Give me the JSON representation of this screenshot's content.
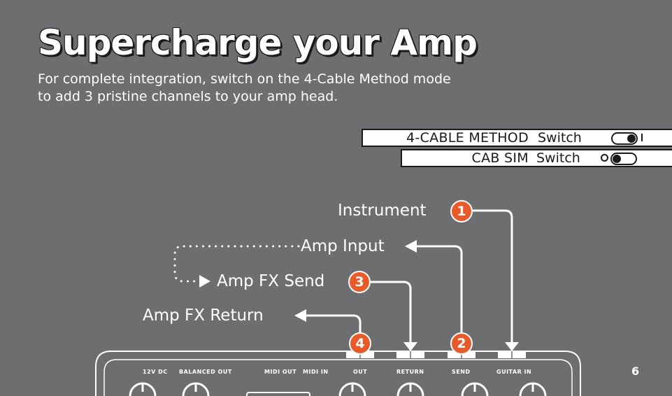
{
  "title": "Supercharge your Amp",
  "subtitle": {
    "line1": "For complete integration, switch on the 4-Cable Method mode",
    "line2": "to add 3 pristine channels to your amp head."
  },
  "switches": [
    {
      "name": "4-CABLE METHOD",
      "word": "Switch",
      "state": "on"
    },
    {
      "name": "CAB SIM",
      "word": "Switch",
      "state": "off"
    }
  ],
  "connections": [
    {
      "badge": "1",
      "label": "Instrument"
    },
    {
      "badge": "",
      "label": "Amp Input"
    },
    {
      "badge": "3",
      "label": "Amp FX Send"
    },
    {
      "badge": "",
      "label": "Amp FX Return"
    }
  ],
  "jack_badges": {
    "out": "4",
    "send": "2"
  },
  "panel_labels": {
    "dc": "12V DC",
    "balanced": "BALANCED OUT",
    "midi_out": "MIDI OUT",
    "midi_in": "MIDI IN",
    "out": "OUT",
    "return": "RETURN",
    "send": "SEND",
    "guitar_in": "GUITAR IN"
  },
  "page_number": "6",
  "colors": {
    "background": "#6d6e70",
    "badge": "#e95a2a",
    "ink": "#1a1a1a"
  }
}
